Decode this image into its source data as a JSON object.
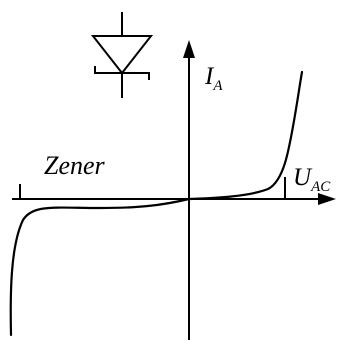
{
  "labels": {
    "current_axis": "I",
    "current_axis_subscript": "A",
    "voltage_axis": "U",
    "voltage_axis_subscript": "AC",
    "zener_region": "Zener"
  },
  "colors": {
    "stroke": "#000000",
    "background": "#ffffff"
  },
  "symbol": {
    "type": "zener-diode-icon",
    "orientation": "anode-top-cathode-bottom"
  }
}
